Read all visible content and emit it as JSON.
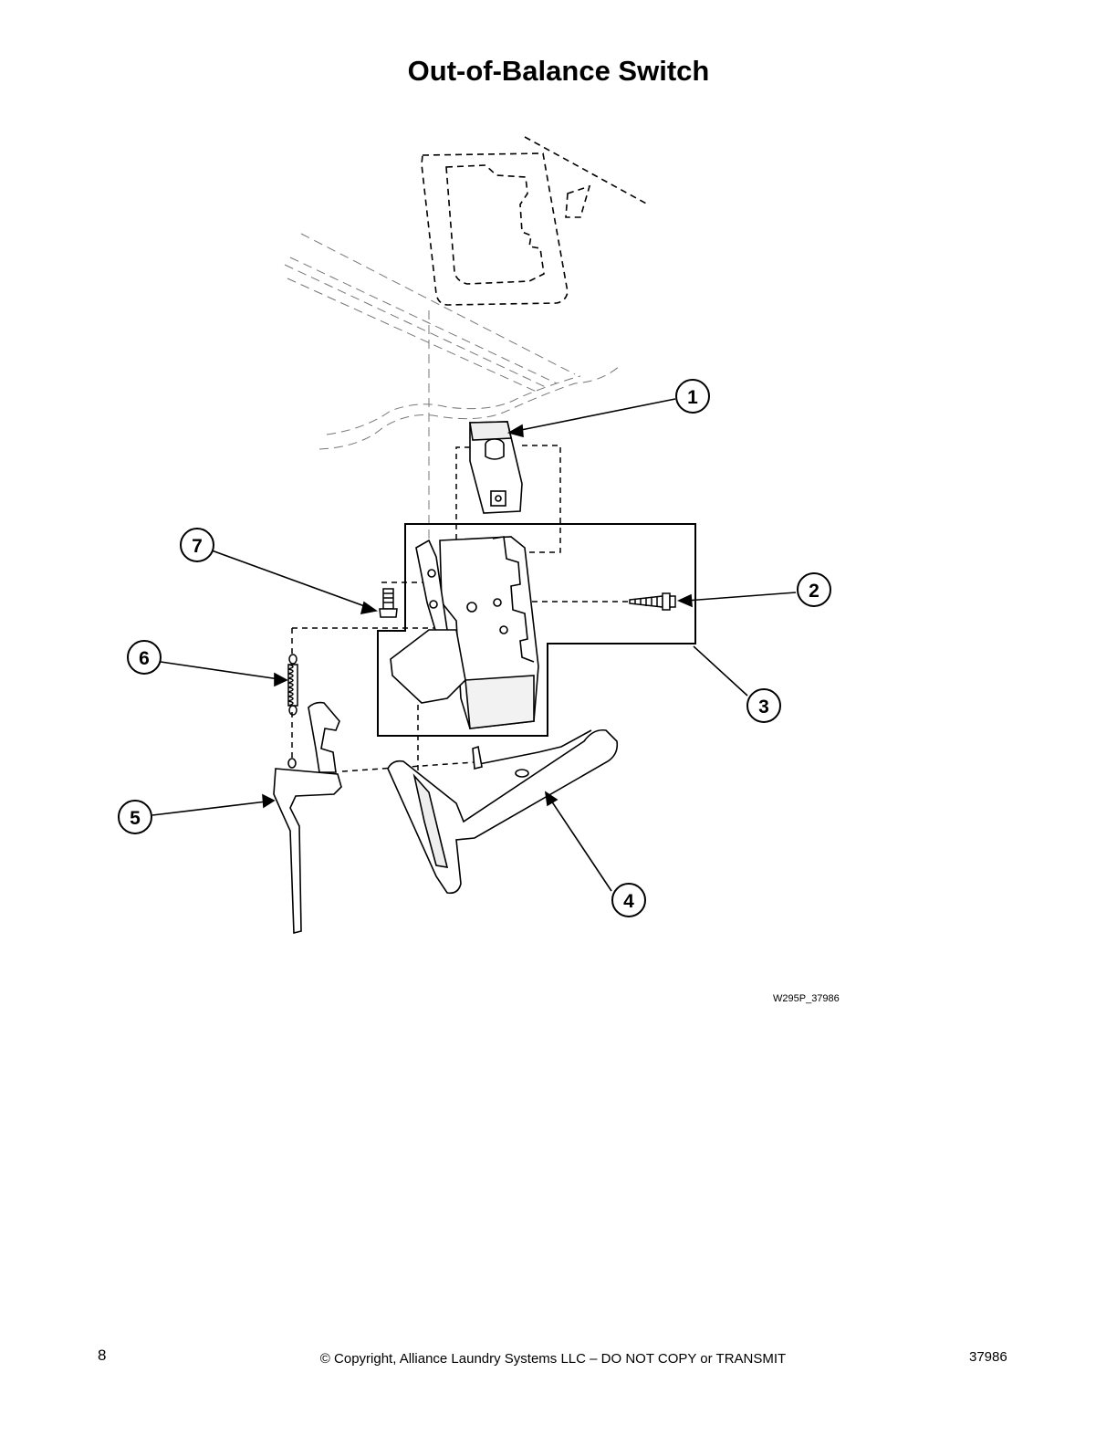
{
  "title": "Out-of-Balance Switch",
  "callouts": [
    "1",
    "2",
    "3",
    "4",
    "5",
    "6",
    "7"
  ],
  "drawing_reference": "W295P_37986",
  "footer": {
    "page_number": "8",
    "copyright": "© Copyright, Alliance Laundry Systems LLC – DO NOT COPY or TRANSMIT",
    "document_number": "37986"
  }
}
